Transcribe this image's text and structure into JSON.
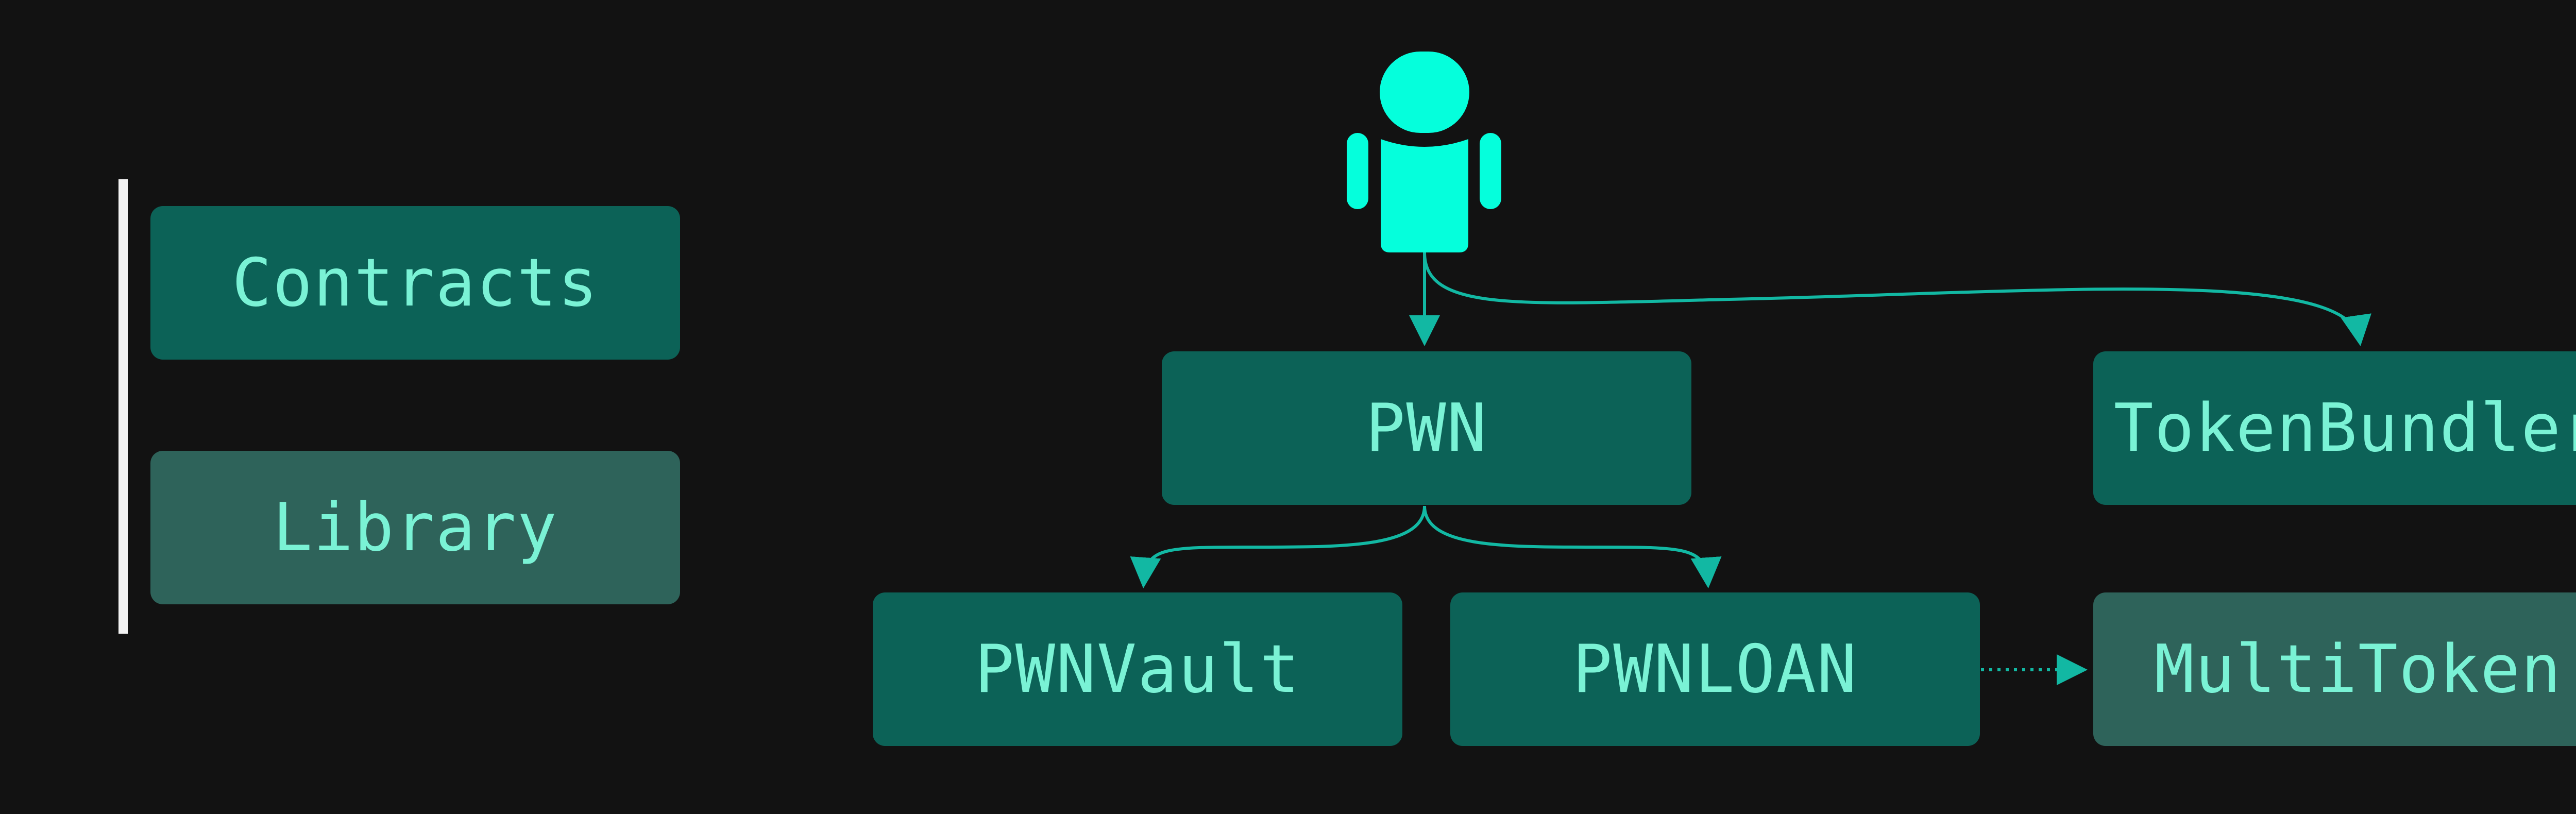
{
  "legend": {
    "contracts_label": "Contracts",
    "library_label": "Library"
  },
  "nodes": {
    "pwn": "PWN",
    "token_bundler": "TokenBundler",
    "pwn_vault": "PWNVault",
    "pwn_loan": "PWNLOAN",
    "multi_token": "MultiToken"
  },
  "colors": {
    "background": "#121212",
    "contract_fill": "#0c6257",
    "library_fill": "#2e635a",
    "label_text": "#7af2d5",
    "user_icon": "#05ffdc",
    "edge": "#12b8a3",
    "legend_bar": "#f2f2f2"
  },
  "icons": {
    "actor": "user-icon"
  },
  "edges": [
    {
      "from": "user",
      "to": "PWN",
      "style": "solid"
    },
    {
      "from": "user",
      "to": "TokenBundler",
      "style": "solid"
    },
    {
      "from": "PWN",
      "to": "PWNVault",
      "style": "solid"
    },
    {
      "from": "PWN",
      "to": "PWNLOAN",
      "style": "solid"
    },
    {
      "from": "PWNLOAN",
      "to": "MultiToken",
      "style": "dotted"
    }
  ]
}
